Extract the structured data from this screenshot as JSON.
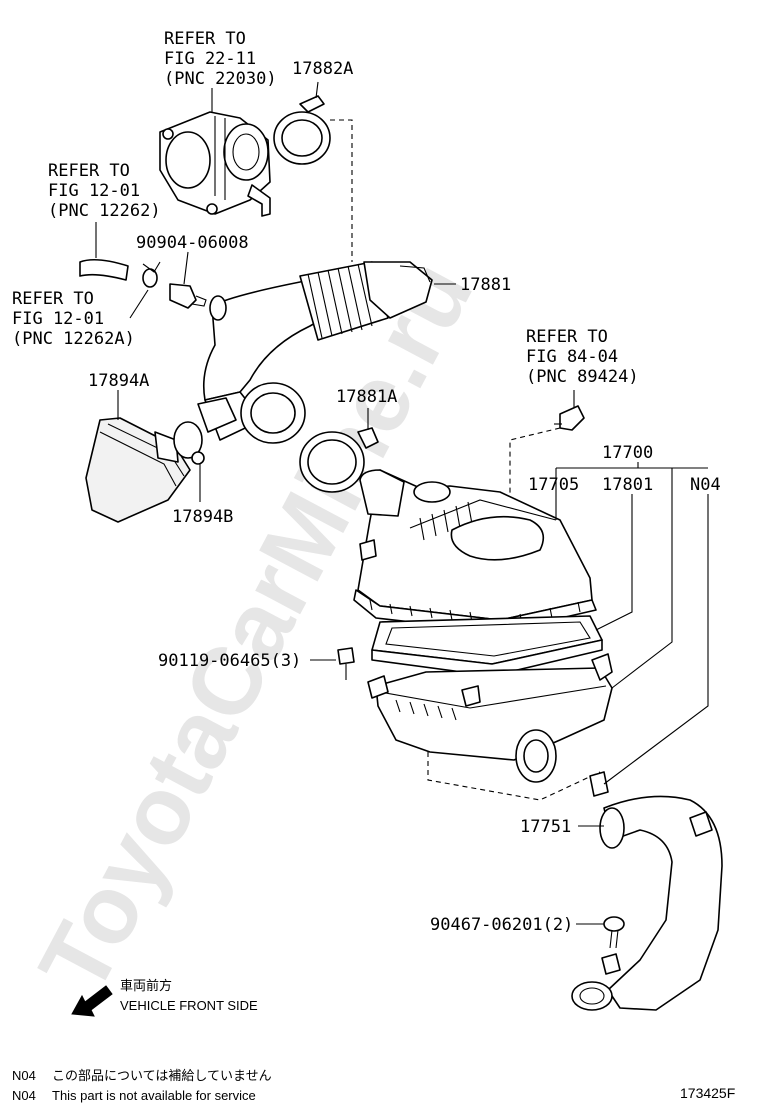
{
  "watermark": "ToyotaCarMine.ru",
  "labels": {
    "refer_22_11": [
      "REFER TO",
      "FIG 22-11",
      "(PNC 22030)"
    ],
    "refer_12_01_a": [
      "REFER TO",
      "FIG 12-01",
      "(PNC 12262)"
    ],
    "refer_12_01_b": [
      "REFER TO",
      "FIG 12-01",
      "(PNC 12262A)"
    ],
    "refer_84_04": [
      "REFER TO",
      "FIG 84-04",
      "(PNC 89424)"
    ],
    "p17882A": "17882A",
    "p90904": "90904-06008",
    "p17881": "17881",
    "p17894A": "17894A",
    "p17881A": "17881A",
    "p17894B": "17894B",
    "p17700": "17700",
    "p17705": "17705",
    "p17801": "17801",
    "pN04": "N04",
    "p90119": "90119-06465(3)",
    "p17751": "17751",
    "p90467": "90467-06201(2)"
  },
  "direction": {
    "jp": "車両前方",
    "en": "VEHICLE FRONT SIDE"
  },
  "notes": {
    "n04_jp_code": "N04",
    "n04_jp": "この部品については補給していません",
    "n04_en_code": "N04",
    "n04_en": "This part is not available for service"
  },
  "figure_id": "173425F"
}
